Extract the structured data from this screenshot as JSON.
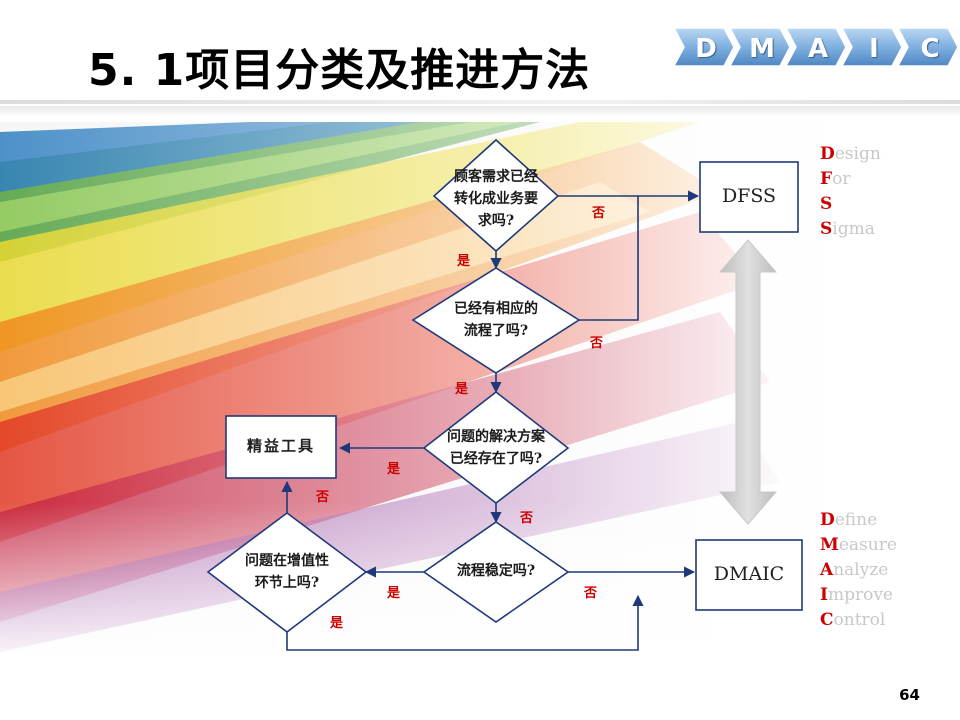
{
  "title": "5. 1项目分类及推进方法",
  "dmaic_bar": [
    "D",
    "M",
    "A",
    "I",
    "C"
  ],
  "nodes": {
    "q1": [
      "顾客需求已经",
      "转化成业务要",
      "求吗?"
    ],
    "q2": [
      "已经有相应的",
      "流程了吗?"
    ],
    "q3": [
      "问题的解决方案",
      "已经存在了吗?"
    ],
    "q4": [
      "流程稳定吗?"
    ],
    "q5": [
      "问题在增值性",
      "环节上吗?"
    ],
    "lean": "精益工具",
    "dfss": "DFSS",
    "dmaic": "DMAIC"
  },
  "edge_labels": {
    "q1_no": "否",
    "q1_yes": "是",
    "q2_no": "否",
    "q2_yes": "是",
    "q3_yes": "是",
    "q3_no": "否",
    "q4_yes": "是",
    "q4_no": "否",
    "q5_no": "否",
    "q5_yes": "是"
  },
  "dfss_acronym": [
    {
      "first": "D",
      "rest": "esign"
    },
    {
      "first": "F",
      "rest": "or"
    },
    {
      "first": "S",
      "rest": ""
    },
    {
      "first": "S",
      "rest": "igma"
    }
  ],
  "dmaic_acronym": [
    {
      "first": "D",
      "rest": "efine"
    },
    {
      "first": "M",
      "rest": "easure"
    },
    {
      "first": "A",
      "rest": "nalyze"
    },
    {
      "first": "I",
      "rest": "mprove"
    },
    {
      "first": "C",
      "rest": "ontrol"
    }
  ],
  "page_number": "64",
  "colors": {
    "line": "#1f3a7a",
    "label_red": "#cc0000",
    "dmaic_bar": "#6fa8dc"
  }
}
